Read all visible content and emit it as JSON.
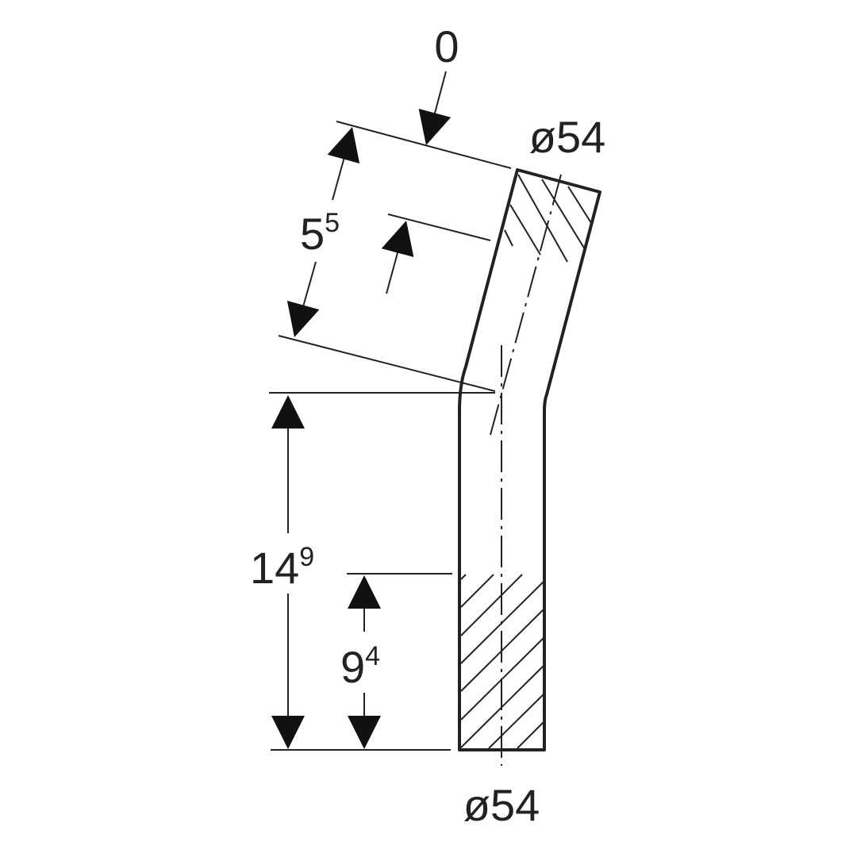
{
  "title": "Pipe bend dimension drawing",
  "labels": {
    "angle": "0",
    "diameter_top": "ø54",
    "diameter_bottom": "ø54",
    "dim_55_main": "5",
    "dim_55_sup": "5",
    "dim_149_main": "14",
    "dim_149_sup": "9",
    "dim_94_main": "9",
    "dim_94_sup": "4"
  },
  "colors": {
    "line": "#222222",
    "background": "#ffffff"
  }
}
